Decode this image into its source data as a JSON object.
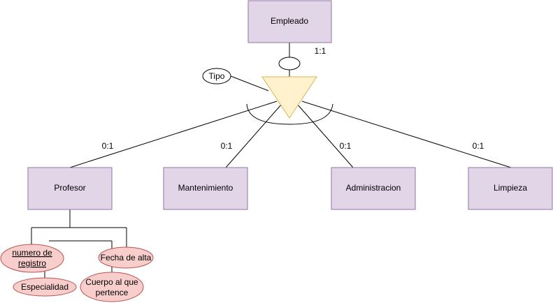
{
  "diagram": {
    "supertype": {
      "label": "Empleado"
    },
    "subtypes": [
      {
        "label": "Profesor",
        "cardinality": "0:1"
      },
      {
        "label": "Mantenimiento",
        "cardinality": "0:1"
      },
      {
        "label": "Administracion",
        "cardinality": "0:1"
      },
      {
        "label": "Limpieza",
        "cardinality": "0:1"
      }
    ],
    "supertype_cardinality": "1:1",
    "discriminator": {
      "label": "Tipo"
    },
    "profesor_attributes": {
      "numero_registro": [
        "numero de",
        "registro"
      ],
      "fecha_alta": "Fecha de alta",
      "especialidad": "Especialidad",
      "cuerpo": [
        "Cuerpo al que",
        "pertence"
      ]
    },
    "colors": {
      "entity_fill": "#e1d5e7",
      "entity_stroke": "#9673a6",
      "triangle_fill": "#fff2cc",
      "triangle_stroke": "#d6b656",
      "attribute_fill": "#f8cecc",
      "attribute_stroke": "#b85450"
    }
  }
}
